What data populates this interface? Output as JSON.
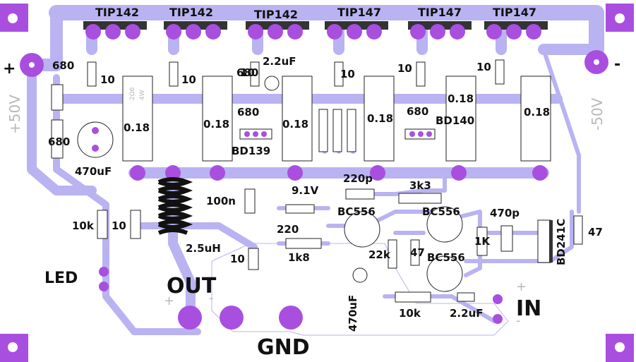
{
  "board": {
    "colors": {
      "trace": "#b9b3f2",
      "pad": "#a84fe0",
      "ink": "#111111",
      "rail_label": "#b8b8b8"
    },
    "transistors_top": [
      "TIP142",
      "TIP142",
      "TIP142",
      "TIP147",
      "TIP147",
      "TIP147"
    ],
    "rails": {
      "plus_sign": "+",
      "minus_sign": "-",
      "plus_voltage": "+50V",
      "minus_voltage": "-50V"
    },
    "resistors_top": [
      "10",
      "10",
      "10",
      "10",
      "10",
      "10"
    ],
    "power_resistors": [
      "0.18",
      "0.18",
      "0.18",
      "0.18",
      "0.18",
      "0.18"
    ],
    "power_resistor_rating": [
      "2Ω6",
      "4W"
    ],
    "left_parts": {
      "r680a": "680",
      "r680b": "680",
      "cap": "470uF"
    },
    "driver_parts": {
      "r680c": "680",
      "cap_top": "2.2uF",
      "r680d": "680",
      "bd139": "BD139",
      "bd140": "BD140"
    },
    "mid_parts": {
      "r10k": "10k",
      "r10": "10",
      "coil": "2.5uH",
      "c100n": "100n",
      "zener": "9.1V",
      "c220p": "220p",
      "r3k3": "3k3",
      "r220": "220",
      "r1k8": "1k8",
      "r10b": "10"
    },
    "bc556": [
      "BC556",
      "BC556",
      "BC556"
    ],
    "right_parts": {
      "c470p": "470p",
      "r1k": "1K",
      "bd241": "BD241C",
      "r47a": "47",
      "r47b": "47",
      "r22k": "22k"
    },
    "bottom_parts": {
      "c470uf": "470uF",
      "r10k": "10k",
      "c22uf": "2.2uF"
    },
    "io": {
      "led": "LED",
      "out": "OUT",
      "gnd": "GND",
      "in": "IN",
      "out_sign_plus": "+",
      "out_sign_minus": "-",
      "in_sign_plus": "+",
      "in_sign_minus": "-"
    }
  }
}
